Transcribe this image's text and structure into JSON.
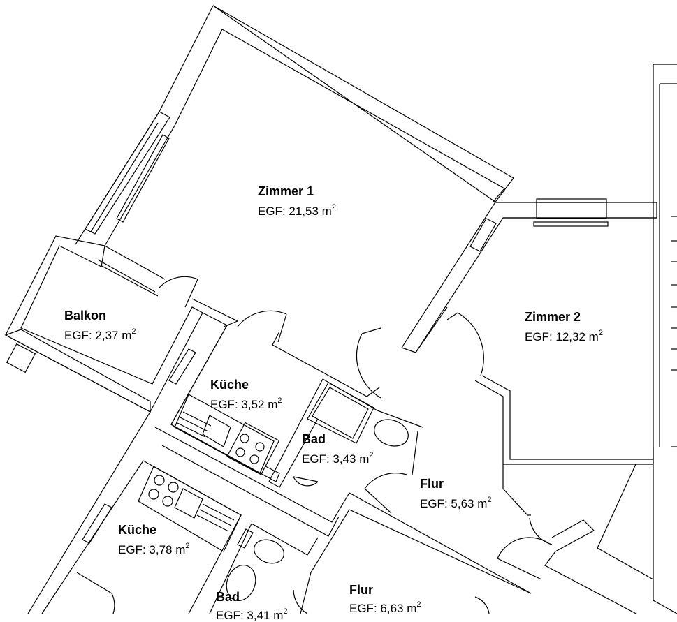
{
  "rooms": {
    "zimmer1": {
      "name": "Zimmer 1",
      "area": "EGF: 21,53 m",
      "unit_exp": "2"
    },
    "balkon": {
      "name": "Balkon",
      "area": "EGF: 2,37 m",
      "unit_exp": "2"
    },
    "zimmer2": {
      "name": "Zimmer 2",
      "area": "EGF: 12,32 m",
      "unit_exp": "2"
    },
    "kueche1": {
      "name": "Küche",
      "area": "EGF: 3,52 m",
      "unit_exp": "2"
    },
    "bad1": {
      "name": "Bad",
      "area": "EGF: 3,43 m",
      "unit_exp": "2"
    },
    "flur1": {
      "name": "Flur",
      "area": "EGF: 5,63 m",
      "unit_exp": "2"
    },
    "kueche2": {
      "name": "Küche",
      "area": "EGF: 3,78 m",
      "unit_exp": "2"
    },
    "flur2": {
      "name": "Flur",
      "area": "EGF: 6,63 m",
      "unit_exp": "2"
    },
    "bad2": {
      "name": "Bad",
      "area": "EGF: 3,41 m",
      "unit_exp": "2"
    }
  }
}
